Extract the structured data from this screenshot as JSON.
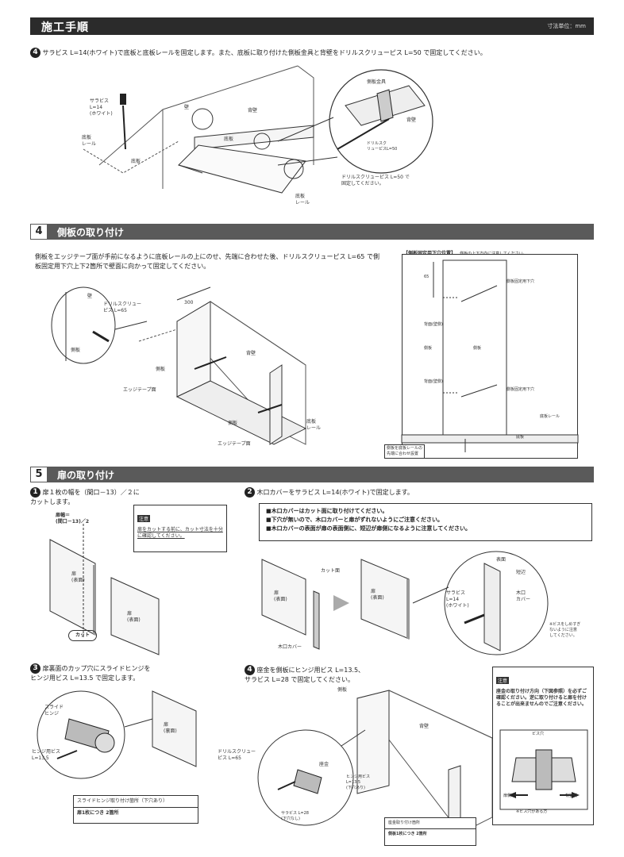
{
  "header": {
    "title": "施工手順",
    "unit": "寸法単位：mm"
  },
  "step4a": {
    "num": "4",
    "text": "サラビス L=14(ホワイト)で底板と底板レールを固定します。また、底板に取り付けた側板金具と背壁をドリルスクリューピス L=50 で固定してください。",
    "labels": {
      "screw": "サラビス\nL=14\n(ホワイト)",
      "bottom_rail": "底板\nレール",
      "bottom": "底板",
      "wall": "壁",
      "back_wall": "背壁",
      "bottom2": "底板",
      "bottom_rail2": "底板\nレール",
      "side_bracket": "側板金具",
      "back_wall2": "背壁",
      "drill_screw": "ドリルスク\nリューピスL=50",
      "drill_note": "ドリルスクリューピス L=50 で\n固定してください。"
    }
  },
  "section4": {
    "num": "4",
    "title": "側板の取り付け",
    "text": "側板をエッジテープ面が手前になるように底板レールの上にのせ、先端に合わせた後、ドリルスクリューピス L=65 で側板固定用下穴上下2箇所で壁面に向かって固定してください。",
    "labels": {
      "wall": "壁",
      "drill_screw": "ドリルスクリュー\nピス L=65",
      "side": "側板",
      "dim300": "300",
      "back_wall": "背壁",
      "side_plate": "側板",
      "edge_tape": "エッジテープ面",
      "side_plate2": "側板",
      "bottom_rail": "底板\nレール",
      "edge_tape2": "エッジテープ面"
    },
    "panel": {
      "title": "【側板固定用下穴位置】",
      "subtitle": "側板の上下方向に注意してください。",
      "dim": "65",
      "label_hole1": "側板固定用下穴",
      "label_back1": "背面(壁側)",
      "label_side": "側板",
      "label_inner": "側板",
      "label_back2": "背面(壁側)",
      "label_hole2": "側板固定用下穴",
      "label_rail": "底板レール",
      "label_bottom": "底板",
      "label_align": "側板を底板レールの\n先端に合わせ設置"
    }
  },
  "section5": {
    "num": "5",
    "title": "扉の取り付け",
    "step1": {
      "num": "1",
      "text": "扉１枚の幅を（間口－13）／２に\nカットします。",
      "width_label": "扉幅＝\n(間口－13)／2",
      "door": "扉\n(表面)",
      "door2": "扉\n(表面)",
      "cut": "カット",
      "note_tag": "注意",
      "note": "扉をカットする前に、カット寸法を十分に確認してください。"
    },
    "step2": {
      "num": "2",
      "text": "木口カバーをサラビス L=14(ホワイト)で固定します。",
      "notes": [
        "■木口カバーはカット面に取り付けてください。",
        "■下穴が無いので、木口カバーと扉がずれないようにご注意ください。",
        "■木口カバーの表面が扉の表面側に、短辺が扉側になるように注意してください。"
      ],
      "cut_face": "カット面",
      "door": "扉\n(表面)",
      "door2": "扉\n(表面)",
      "cover": "木口カバー",
      "screw": "サラビス\nL=14\n(ホワイト)",
      "front": "表面",
      "short": "短辺",
      "cover2": "木口\nカバー",
      "caution": "※ビスをしめすぎ\nないように注意\nしてください。"
    },
    "step3": {
      "num": "3",
      "text": "扉裏面のカップ穴にスライドヒンジを\nヒンジ用ビス L=13.5 で固定します。",
      "hinge": "スライド\nヒンジ",
      "hinge_screw": "ヒンジ用ビス\nL=13.5",
      "door": "扉\n(裏面)",
      "table_r1": "スライドヒンジ取り付け箇所（下穴あり）",
      "table_r2": "扉1枚につき 2箇所"
    },
    "step4": {
      "num": "4",
      "text": "座金を側板にヒンジ用ビス L=13.5、\nサラビス L=28 で固定してください。",
      "side": "側板",
      "back_wall": "背壁",
      "drill": "ドリルスクリュー\nピス L=65",
      "washer": "座金",
      "hinge_screw": "ヒンジ用ビス\nL=13.5\n(下穴あり)",
      "sara": "サラビス L=28\n(下穴なし)",
      "table_r1": "座金取り付け箇所",
      "table_r2": "側板1枚につき 2箇所",
      "note_tag": "注意",
      "note": "座金の取り付け方向（下図参照）を必ずご確認ください。逆に取り付けると扉を付けることが出来ませんのでご注意ください。",
      "fig_top": "ビス穴",
      "fig_left": "扉側",
      "fig_right": "背壁側",
      "fig_bottom": "※ビス穴がある方"
    }
  }
}
